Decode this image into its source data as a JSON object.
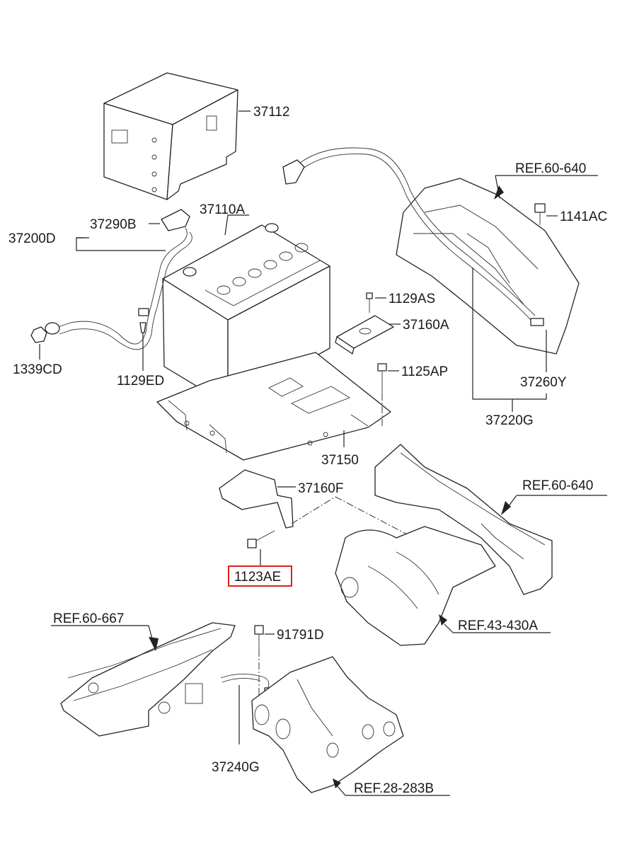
{
  "labels": {
    "p37112": "37112",
    "p37110A": "37110A",
    "p37290B": "37290B",
    "p37200D": "37200D",
    "p1339CD": "1339CD",
    "p1129ED": "1129ED",
    "p1129AS": "1129AS",
    "p37160A": "37160A",
    "p1125AP": "1125AP",
    "p37150": "37150",
    "p37160F": "37160F",
    "p1123AE": "1123AE",
    "ref60640a": "REF.60-640",
    "p1141AC": "1141AC",
    "p37260Y": "37260Y",
    "p37220G": "37220G",
    "ref60640b": "REF.60-640",
    "ref43430A": "REF.43-430A",
    "ref60667": "REF.60-667",
    "p91791D": "91791D",
    "p37240G": "37240G",
    "ref28283B": "REF.28-283B"
  },
  "highlight": {
    "part": "1123AE",
    "color": "#e02020"
  }
}
